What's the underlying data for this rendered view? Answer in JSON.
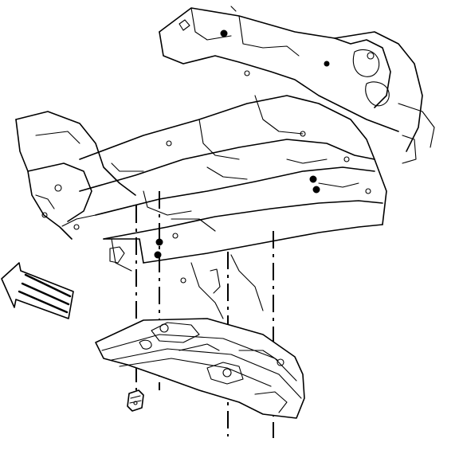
{
  "figure": {
    "ink_color": "#000000",
    "background_color": "#ffffff",
    "parts": [
      {
        "name": "frame-crossmember",
        "kind": "vehicle front frame / cradle"
      },
      {
        "name": "skid-plate",
        "kind": "underbody shield plate"
      },
      {
        "name": "bolt",
        "kind": "fastener"
      }
    ],
    "arrow": {
      "direction": "front-of-vehicle",
      "icon": "forward-arrow-icon"
    }
  }
}
